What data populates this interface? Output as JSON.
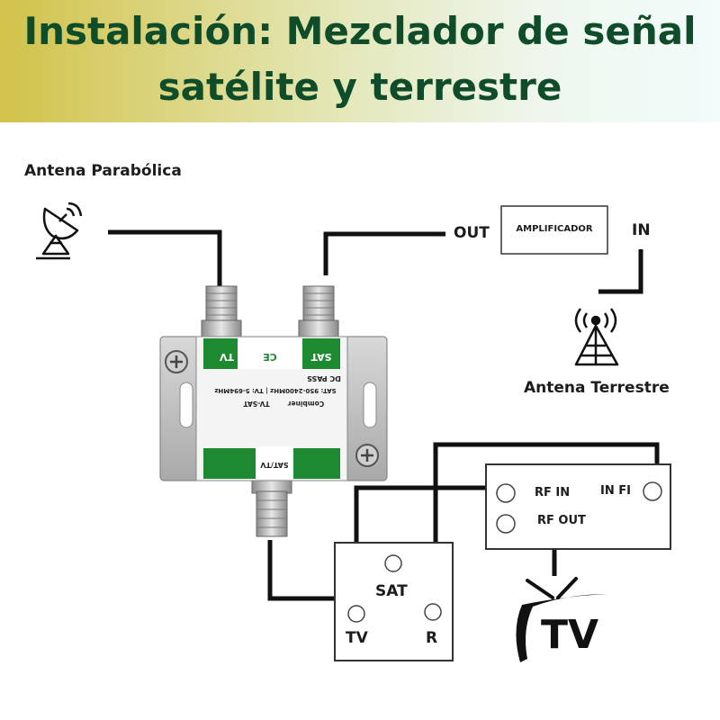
{
  "header": {
    "title_line1": "Instalación:  Mezclador de señal",
    "title_line2": "satélite y terrestre"
  },
  "labels": {
    "dish_antenna": "Antena Parabólica",
    "terrestrial_antenna": "Antena Terrestre",
    "out": "OUT",
    "in": "IN",
    "amplifier": "AMPLIFICADOR"
  },
  "combiner": {
    "port_tv": "TV",
    "port_sat": "SAT",
    "ce_mark": "CE",
    "dc_pass": "DC PASS",
    "sat_freq": "SAT: 950-2400MHz | TV: 5-694MHz",
    "brand": "Combiner",
    "model": "TV-SAT",
    "port_sattv": "SAT/TV"
  },
  "wall_outlet": {
    "sat": "SAT",
    "tv": "TV",
    "r": "R"
  },
  "decoder": {
    "rf_in": "RF IN",
    "in_fi": "IN FI",
    "rf_out": "RF OUT"
  },
  "tv_logo": "TV",
  "colors": {
    "title": "#0f4d2a",
    "combiner_green": "#1d8a32",
    "line": "#111111"
  }
}
